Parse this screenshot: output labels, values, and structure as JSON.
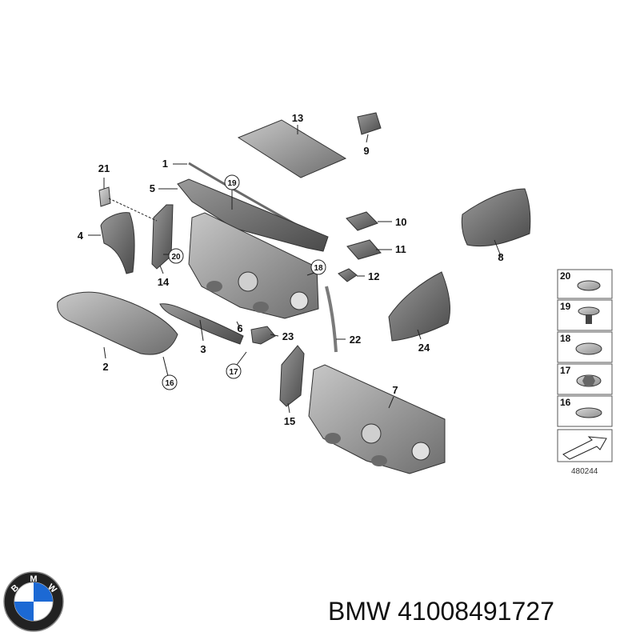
{
  "callouts": {
    "p1": "1",
    "p2": "2",
    "p3": "3",
    "p4": "4",
    "p5": "5",
    "p6": "6",
    "p7": "7",
    "p8": "8",
    "p9": "9",
    "p10": "10",
    "p11": "11",
    "p12": "12",
    "p13": "13",
    "p14": "14",
    "p15": "15",
    "p16": "16",
    "p17": "17",
    "p18": "18",
    "p19": "19",
    "p20": "20",
    "p21": "21",
    "p22": "22",
    "p23": "23",
    "p24": "24"
  },
  "legend": {
    "items": [
      "20",
      "19",
      "18",
      "17",
      "16"
    ],
    "diagram_id": "480244"
  },
  "brand": {
    "logo_letters": [
      "B",
      "M",
      "W"
    ],
    "text": "BMW 41008491727"
  },
  "colors": {
    "line": "#222222",
    "part_dark": "#5a5a5a",
    "part_mid": "#8a8a8a",
    "part_light": "#b5b5b5",
    "logo_blue": "#1c69d4"
  },
  "icons": {
    "logo": "bmw-roundel-icon",
    "legend_arrow": "direction-arrow-icon"
  }
}
